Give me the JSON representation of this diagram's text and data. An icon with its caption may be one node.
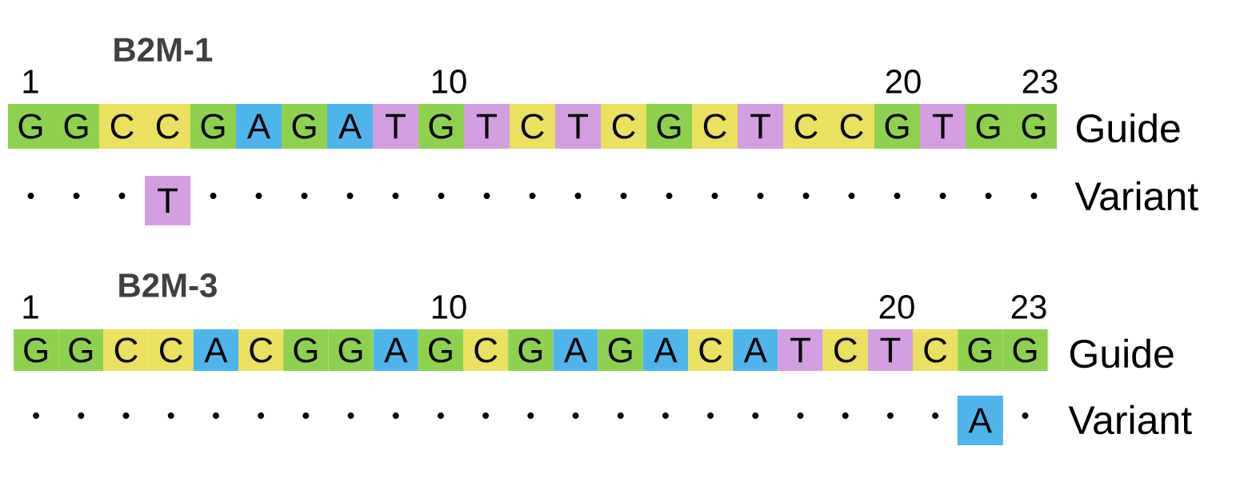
{
  "diagram": {
    "nodes": [
      {
        "text": [
          "G"
        ]
      },
      {
        "text": [
          "G"
        ]
      },
      {
        "text": [
          "C"
        ]
      },
      {
        "text": [
          "C"
        ]
      },
      {
        "text": [
          "G"
        ]
      },
      {
        "text": [
          "A"
        ]
      },
      {
        "text": [
          "G"
        ]
      },
      {
        "text": [
          "A"
        ]
      },
      {
        "text": [
          "T"
        ]
      },
      {
        "text": [
          "G"
        ]
      },
      {
        "text": [
          "T"
        ]
      },
      {
        "text": [
          "C"
        ]
      },
      {
        "text": [
          "T"
        ]
      },
      {
        "text": [
          "C"
        ]
      },
      {
        "text": [
          "G"
        ]
      },
      {
        "text": [
          "C"
        ]
      },
      {
        "text": [
          "T"
        ]
      },
      {
        "text": [
          "C"
        ]
      },
      {
        "text": [
          "C"
        ]
      },
      {
        "text": [
          "G"
        ]
      },
      {
        "text": [
          "T"
        ]
      },
      {
        "text": [
          "G"
        ]
      },
      {
        "text": [
          "G"
        ]
      },
      {
        "text": [
          "T"
        ]
      },
      {
        "text": [
          "G"
        ]
      },
      {
        "text": [
          "G"
        ]
      },
      {
        "text": [
          "C"
        ]
      },
      {
        "text": [
          "C"
        ]
      },
      {
        "text": [
          "A"
        ]
      },
      {
        "text": [
          "C"
        ]
      },
      {
        "text": [
          "G"
        ]
      },
      {
        "text": [
          "G"
        ]
      },
      {
        "text": [
          "A"
        ]
      },
      {
        "text": [
          "G"
        ]
      },
      {
        "text": [
          "C"
        ]
      },
      {
        "text": [
          "G"
        ]
      },
      {
        "text": [
          "A"
        ]
      },
      {
        "text": [
          "G"
        ]
      },
      {
        "text": [
          "A"
        ]
      },
      {
        "text": [
          "C"
        ]
      },
      {
        "text": [
          "A"
        ]
      },
      {
        "text": [
          "T"
        ]
      },
      {
        "text": [
          "C"
        ]
      },
      {
        "text": [
          "T"
        ]
      },
      {
        "text": [
          "C"
        ]
      },
      {
        "text": [
          "G"
        ]
      },
      {
        "text": [
          "G"
        ]
      },
      {
        "text": [
          "A"
        ]
      }
    ],
    "labels": [
      "B2M-1",
      "1",
      "10",
      "20",
      "23",
      "Guide",
      "Variant",
      "B2M-3",
      "1",
      "10",
      "20",
      "23",
      "Guide",
      "Variant"
    ]
  }
}
